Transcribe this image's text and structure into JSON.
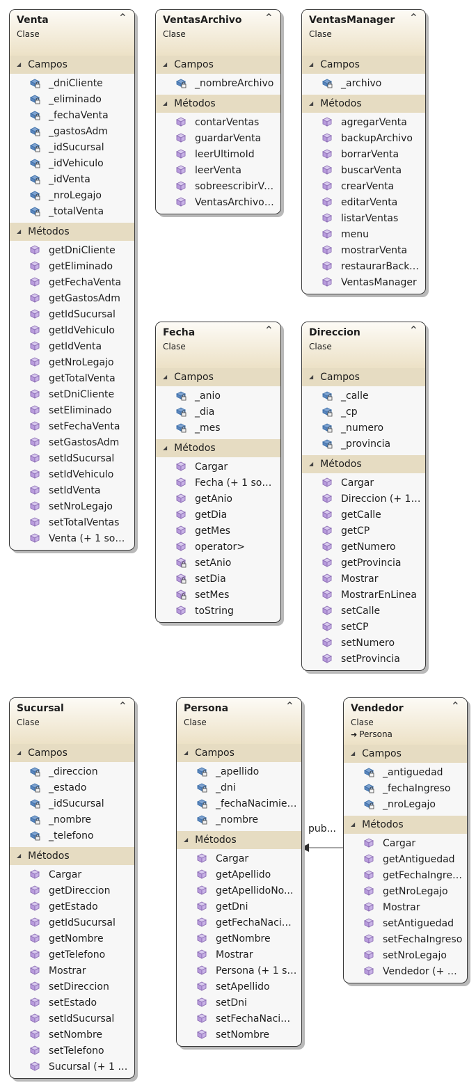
{
  "fields_header": "Campos",
  "methods_header": "Métodos",
  "classes": [
    {
      "id": "venta",
      "name": "Venta",
      "stereotype": "Clase",
      "fields": [
        "_dniCliente",
        "_eliminado",
        "_fechaVenta",
        "_gastosAdm",
        "_idSucursal",
        "_idVehiculo",
        "_idVenta",
        "_nroLegajo",
        "_totalVenta"
      ],
      "methods": [
        "getDniCliente",
        "getEliminado",
        "getFechaVenta",
        "getGastosAdm",
        "getIdSucursal",
        "getIdVehiculo",
        "getIdVenta",
        "getNroLegajo",
        "getTotalVenta",
        "setDniCliente",
        "setEliminado",
        "setFechaVenta",
        "setGastosAdm",
        "setIdSucursal",
        "setIdVehiculo",
        "setIdVenta",
        "setNroLegajo",
        "setTotalVentas",
        "Venta (+ 1 sobr..."
      ]
    },
    {
      "id": "ventasarchivo",
      "name": "VentasArchivo",
      "stereotype": "Clase",
      "fields": [
        "_nombreArchivo"
      ],
      "methods": [
        "contarVentas",
        "guardarVenta",
        "leerUltimoId",
        "leerVenta",
        "sobreescribirVe...",
        "VentasArchivo (..."
      ]
    },
    {
      "id": "ventasmanager",
      "name": "VentasManager",
      "stereotype": "Clase",
      "fields": [
        "_archivo"
      ],
      "methods": [
        "agregarVenta",
        "backupArchivo",
        "borrarVenta",
        "buscarVenta",
        "crearVenta",
        "editarVenta",
        "listarVentas",
        "menu",
        "mostrarVenta",
        "restaurarBackup",
        "VentasManager"
      ]
    },
    {
      "id": "fecha",
      "name": "Fecha",
      "stereotype": "Clase",
      "fields": [
        "_anio",
        "_dia",
        "_mes"
      ],
      "methods": [
        "Cargar",
        "Fecha (+ 1 sobr...",
        "getAnio",
        "getDia",
        "getMes",
        "operator>",
        "setAnio",
        "setDia",
        "setMes",
        "toString"
      ],
      "private_methods": [
        6,
        7,
        8
      ]
    },
    {
      "id": "direccion",
      "name": "Direccion",
      "stereotype": "Clase",
      "fields": [
        "_calle",
        "_cp",
        "_numero",
        "_provincia"
      ],
      "methods": [
        "Cargar",
        "Direccion (+ 1 s...",
        "getCalle",
        "getCP",
        "getNumero",
        "getProvincia",
        "Mostrar",
        "MostrarEnLinea",
        "setCalle",
        "setCP",
        "setNumero",
        "setProvincia"
      ]
    },
    {
      "id": "sucursal",
      "name": "Sucursal",
      "stereotype": "Clase",
      "fields": [
        "_direccion",
        "_estado",
        "_idSucursal",
        "_nombre",
        "_telefono"
      ],
      "methods": [
        "Cargar",
        "getDireccion",
        "getEstado",
        "getIdSucursal",
        "getNombre",
        "getTelefono",
        "Mostrar",
        "setDireccion",
        "setEstado",
        "setIdSucursal",
        "setNombre",
        "setTelefono",
        "Sucursal (+ 1 s..."
      ]
    },
    {
      "id": "persona",
      "name": "Persona",
      "stereotype": "Clase",
      "fields": [
        "_apellido",
        "_dni",
        "_fechaNacimien...",
        "_nombre"
      ],
      "methods": [
        "Cargar",
        "getApellido",
        "getApellidoNo...",
        "getDni",
        "getFechaNacim...",
        "getNombre",
        "Mostrar",
        "Persona (+ 1 so...",
        "setApellido",
        "setDni",
        "setFechaNacimi...",
        "setNombre"
      ]
    },
    {
      "id": "vendedor",
      "name": "Vendedor",
      "stereotype": "Clase",
      "base": "Persona",
      "fields": [
        "_antiguedad",
        "_fechaIngreso",
        "_nroLegajo"
      ],
      "methods": [
        "Cargar",
        "getAntiguedad",
        "getFechaIngreso",
        "getNroLegajo",
        "Mostrar",
        "setAntiguedad",
        "setFechaIngreso",
        "setNroLegajo",
        "Vendedor (+ 1..."
      ]
    }
  ],
  "inheritance": {
    "from": "vendedor",
    "to": "persona",
    "label": "pub..."
  },
  "colors": {
    "header_gradient_top": "#fdfbf6",
    "header_gradient_bottom": "#ece1c6",
    "section_bar": "#e6dcc2",
    "body": "#f7f7f7",
    "member_icon": "#8a6bb3",
    "field_icon": "#3a6ea8"
  },
  "icons": {
    "field": "field-lock-icon",
    "method": "method-cube-icon",
    "private_method": "method-lock-icon",
    "collapse": "chevron-up-icon",
    "section": "triangle-down-icon",
    "base": "inherit-arrow-icon"
  }
}
